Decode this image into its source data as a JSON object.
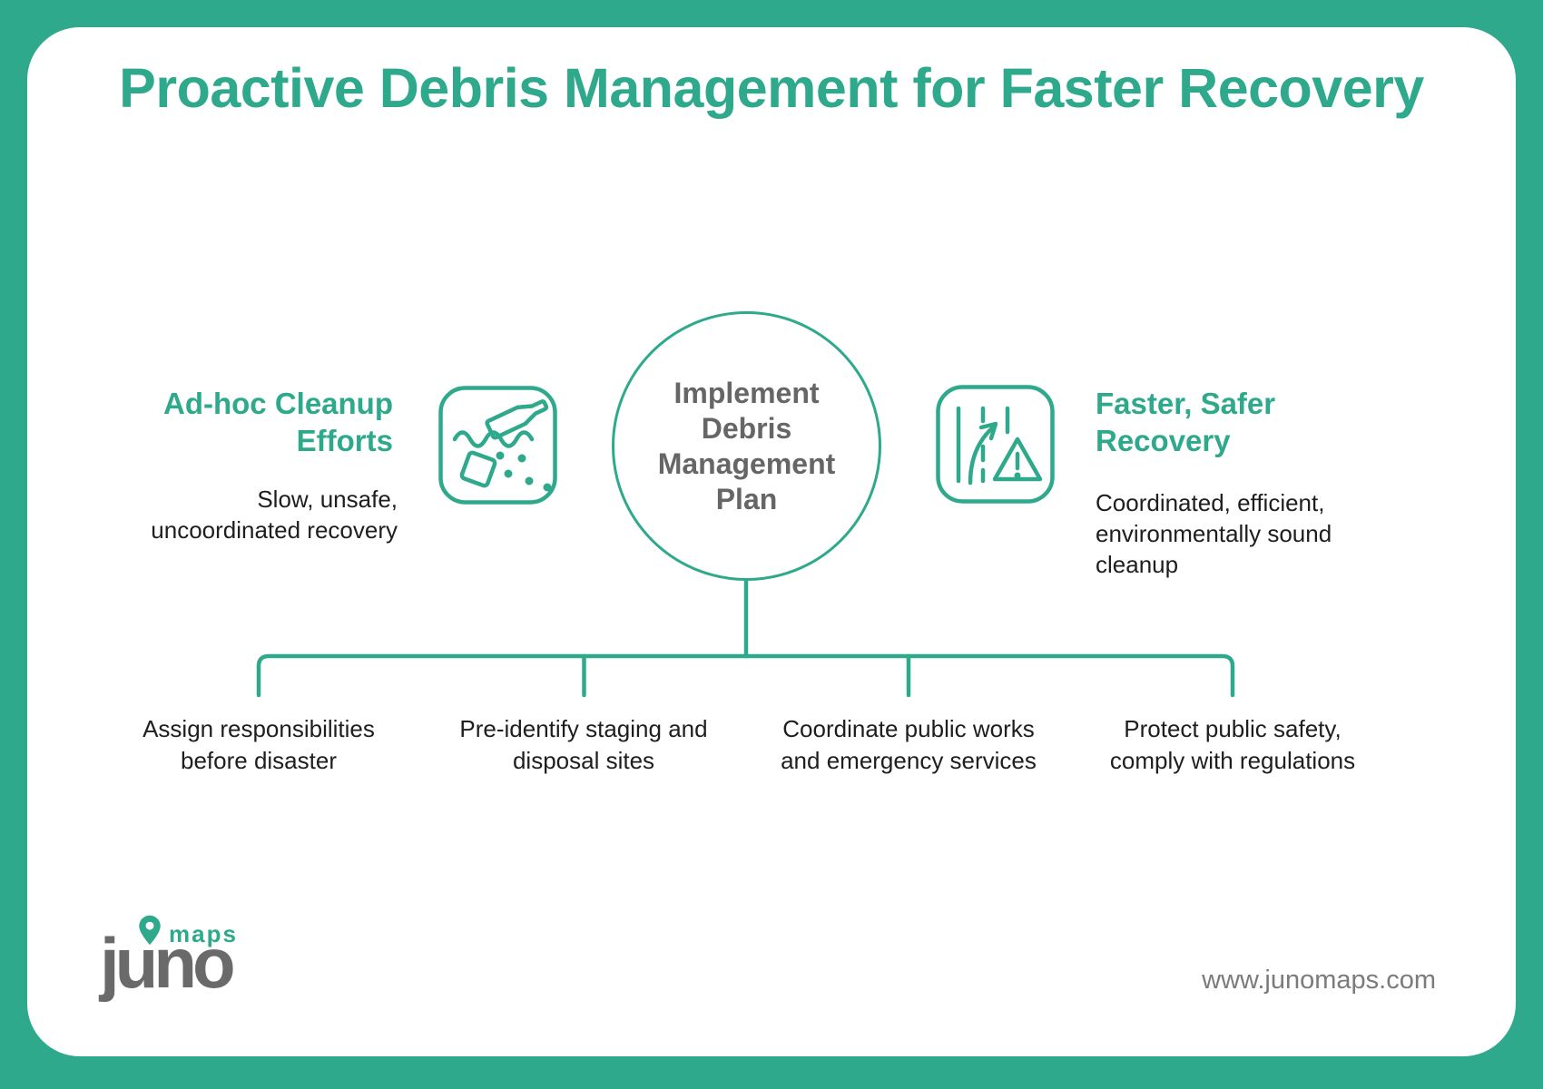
{
  "title": "Proactive Debris Management for Faster Recovery",
  "colors": {
    "green": "#2FA98C",
    "dark": "#1E1E1E",
    "circle_text": "#666666",
    "logo_gray": "#6A6A6A",
    "url_gray": "#7B7B7B"
  },
  "sections": {
    "left": {
      "heading": "Ad-hoc Cleanup\nEfforts",
      "description": "Slow, unsafe,\nuncoordinated recovery",
      "icon": "debris-floating-in-water-icon"
    },
    "center": {
      "label": "Implement\nDebris\nManagement\nPlan"
    },
    "right": {
      "heading": "Faster, Safer\nRecovery",
      "description": "Coordinated, efficient,\nenvironmentally sound\ncleanup",
      "icon": "road-hazard-recovery-icon"
    }
  },
  "branches": [
    {
      "label": "Assign responsibilities\nbefore disaster"
    },
    {
      "label": "Pre-identify staging and\ndisposal sites"
    },
    {
      "label": "Coordinate public works\nand emergency services"
    },
    {
      "label": "Protect public safety,\ncomply with regulations"
    }
  ],
  "footer": {
    "logo_maps": "maps",
    "logo_wordmark": "juno",
    "website": "www.junomaps.com"
  }
}
